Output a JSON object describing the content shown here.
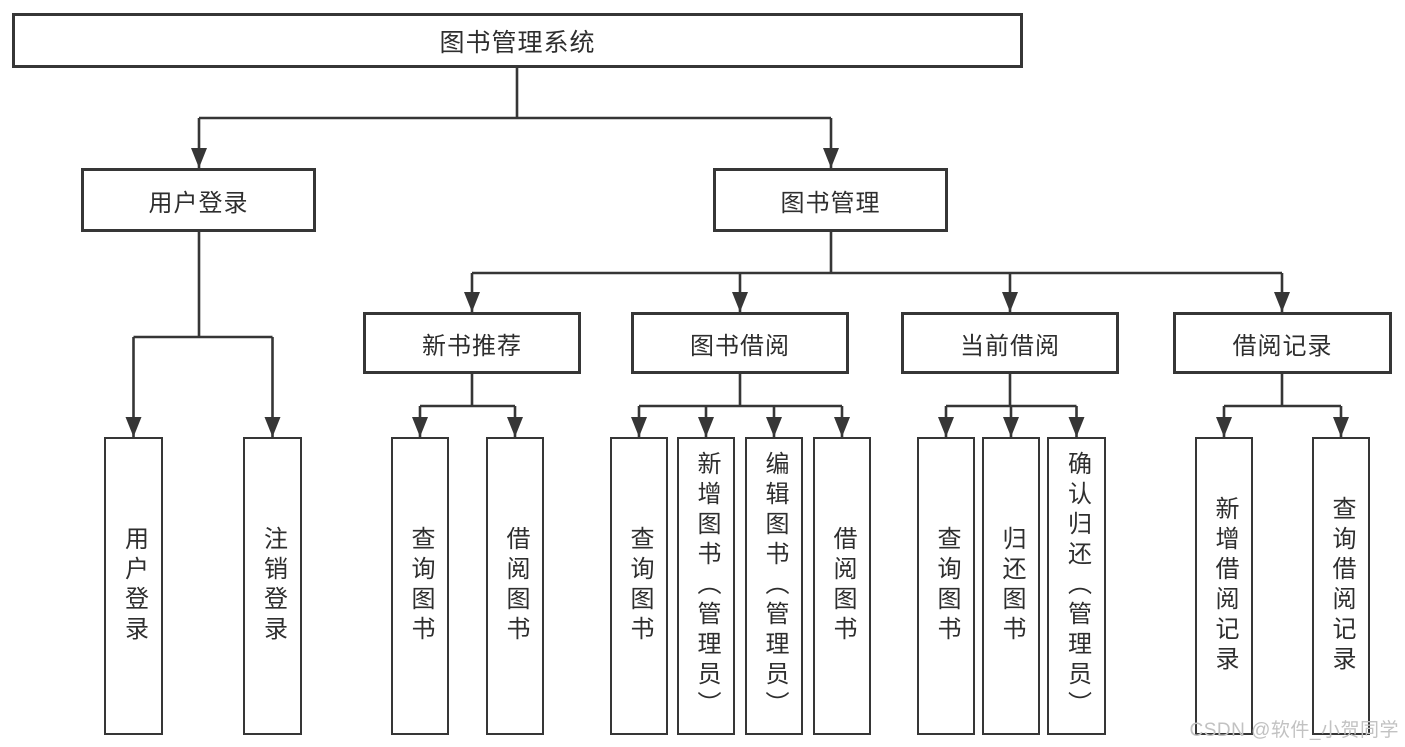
{
  "diagram": {
    "root": {
      "label": "图书管理系统"
    },
    "level2": [
      {
        "label": "用户登录"
      },
      {
        "label": "图书管理"
      }
    ],
    "modules": [
      {
        "label": "新书推荐"
      },
      {
        "label": "图书借阅"
      },
      {
        "label": "当前借阅"
      },
      {
        "label": "借阅记录"
      }
    ],
    "leaves": {
      "user_login": [
        {
          "label": "用户登录"
        },
        {
          "label": "注销登录"
        }
      ],
      "new_books": [
        {
          "label": "查询图书"
        },
        {
          "label": "借阅图书"
        }
      ],
      "book_borrow": [
        {
          "label": "查询图书"
        },
        {
          "label": "新增图书（管理员）"
        },
        {
          "label": "编辑图书（管理员）"
        },
        {
          "label": "借阅图书"
        }
      ],
      "current_borrow": [
        {
          "label": "查询图书"
        },
        {
          "label": "归还图书"
        },
        {
          "label": "确认归还（管理员）"
        }
      ],
      "borrow_records": [
        {
          "label": "新增借阅记录"
        },
        {
          "label": "查询借阅记录"
        }
      ]
    }
  },
  "watermark": {
    "text": "CSDN @软件_小贺同学"
  },
  "colors": {
    "line": "#363636",
    "box_border": "#363636",
    "text": "#2e2e2e",
    "watermark": "#c2c2c2",
    "background": "#ffffff"
  }
}
